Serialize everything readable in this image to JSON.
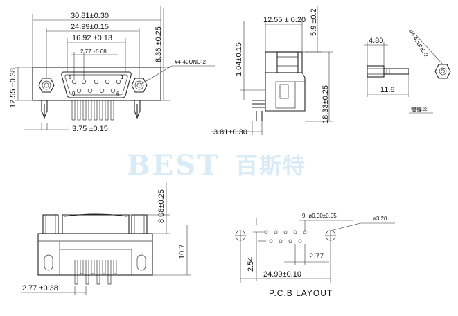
{
  "front_view": {
    "overall_width": "30.81±0.30",
    "mount_hole_spacing": "24.99±0.15",
    "pin_row_width": "16.92 ±0.13",
    "pin_pitch": "2.77 ±0.08",
    "shell_height": "8.36 ±0.25",
    "flange_height": "12.55 ±0.38",
    "thread_spec": "#4-40UNC-2",
    "tail_pitch": "3.75 ±0.15",
    "pin_label_5": "5",
    "pin_label_1": "1",
    "pin_label_9": "9",
    "pin_label_6": "6"
  },
  "side_view": {
    "depth": "12.55 ± 0.20",
    "top_offset": "5.9 ±0.2",
    "pin_offset": "1.04±0.15",
    "height": "18.33±0.25",
    "tail_offset": "3.81±0.30"
  },
  "standoff_view": {
    "hex_width": "4.80",
    "thread_spec": "#4-40UNC-2",
    "length": "11.8",
    "note": "镀镍丝"
  },
  "watermark": {
    "brand": "BEST",
    "brand_cn": "百斯特"
  },
  "bottom_view": {
    "shell_height": "8.08±0.25",
    "total_height": "10.7",
    "row_offset": "2.77 ±0.38"
  },
  "pcb_layout": {
    "hole_spec": "9- ø0.90±0.05",
    "mount_hole": "ø3.20",
    "pitch": "2.77",
    "row_spacing": "2.54",
    "hole_spacing": "24.99±0.10",
    "title": "P.C.B LAYOUT"
  }
}
